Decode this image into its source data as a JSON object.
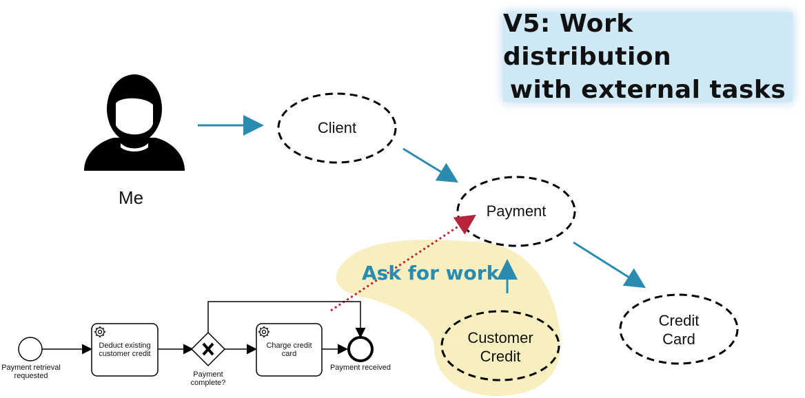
{
  "title": {
    "line1": "V5: Work distribution",
    "line2": "with external tasks"
  },
  "actor": {
    "label": "Me",
    "icon": "person-icon"
  },
  "nodes": {
    "client": "Client",
    "payment": "Payment",
    "customer_credit": {
      "line1": "Customer",
      "line2": "Credit"
    },
    "credit_card": {
      "line1": "Credit",
      "line2": "Card"
    }
  },
  "annotation": {
    "ask_for_work": "Ask for work"
  },
  "bpmn": {
    "start_event": {
      "line1": "Payment retrieval",
      "line2": "requested"
    },
    "task_deduct": {
      "line1": "Deduct existing",
      "line2": "customer credit"
    },
    "gateway": {
      "line1": "Payment",
      "line2": "complete?"
    },
    "task_charge": {
      "line1": "Charge credit",
      "line2": "card"
    },
    "end_event": "Payment received"
  },
  "colors": {
    "arrow": "#2a8bb0",
    "dotted": "#b8253a",
    "highlight": "#f7efc0",
    "title_bg": "#cfe8f5"
  }
}
